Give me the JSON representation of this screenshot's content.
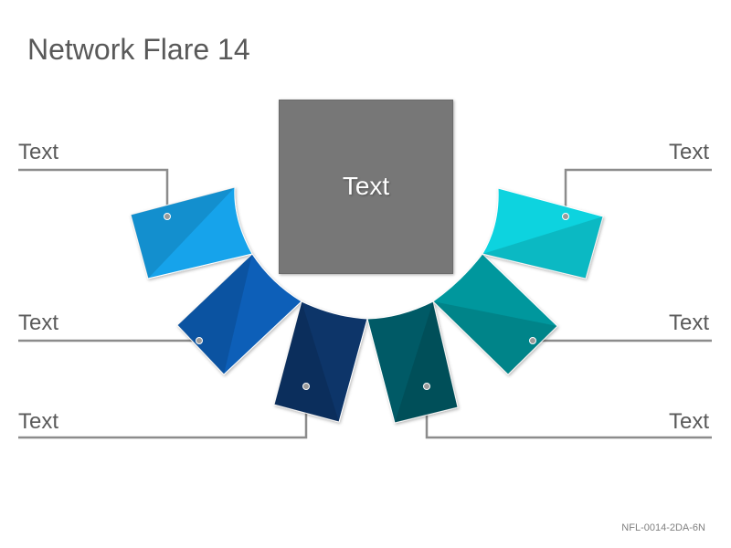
{
  "title": "Network Flare 14",
  "center": {
    "label": "Text",
    "color": "#777777"
  },
  "segments": [
    {
      "id": "left-top",
      "color": "#12a3eb"
    },
    {
      "id": "left-middle",
      "color": "#0b5fb8"
    },
    {
      "id": "left-bottom",
      "color": "#0d3469"
    },
    {
      "id": "right-bottom",
      "color": "#005a66"
    },
    {
      "id": "right-middle",
      "color": "#00979d"
    },
    {
      "id": "right-top",
      "color": "#08d3df"
    }
  ],
  "callouts": [
    {
      "id": "left-top",
      "label": "Text"
    },
    {
      "id": "left-middle",
      "label": "Text"
    },
    {
      "id": "left-bottom",
      "label": "Text"
    },
    {
      "id": "right-top",
      "label": "Text"
    },
    {
      "id": "right-middle",
      "label": "Text"
    },
    {
      "id": "right-bottom",
      "label": "Text"
    }
  ],
  "footer_code": "NFL-0014-2DA-6N"
}
